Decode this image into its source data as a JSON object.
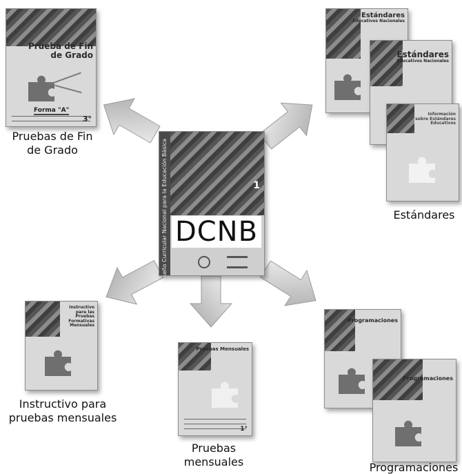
{
  "center": {
    "title": "DCNB",
    "spine_text": "Diseño Curricular Nacional para la Educación Básica",
    "grade_badge": "1"
  },
  "nodes": {
    "pruebas_fin_grado": {
      "caption_line1": "Pruebas de Fin",
      "caption_line2": "de Grado",
      "cover_title_line1": "Prueba de Fin",
      "cover_title_line2": "de Grado",
      "form_label": "Forma \"A\"",
      "grade": "3°"
    },
    "estandares": {
      "caption": "Estándares",
      "cover1_title": "Estándares",
      "cover1_sub": "Educativos Nacionales",
      "cover2_title": "Estándares",
      "cover2_sub": "Educativos Nacionales",
      "cover3_title": "Información sobre Estándares Educativos"
    },
    "instructivo": {
      "caption_line1": "Instructivo para",
      "caption_line2": "pruebas mensuales",
      "cover_title": "Instructivo para las Pruebas Formativas Mensuales"
    },
    "pruebas_mensuales": {
      "caption_line1": "Pruebas",
      "caption_line2": "mensuales",
      "cover_title": "Pruebas Mensuales",
      "grade": "1°"
    },
    "programaciones": {
      "caption": "Programaciones",
      "cover1_title": "Programaciones",
      "cover2_title": "Programaciones"
    }
  }
}
